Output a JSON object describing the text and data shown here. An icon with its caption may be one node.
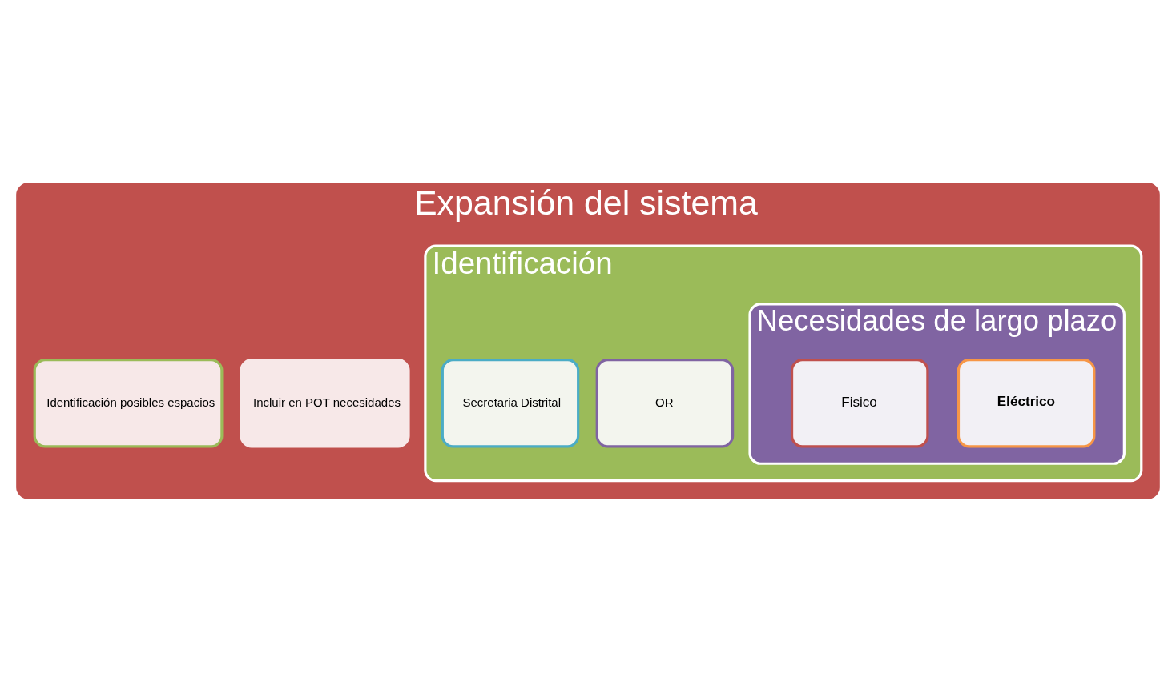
{
  "diagram": {
    "nodes": [
      {
        "text": [
          "Expansión del sistema"
        ]
      },
      {
        "text": [
          "Incluir en POT necesidades"
        ],
        "in": 0
      },
      {
        "text": [
          "Identificación posibles espacios"
        ],
        "in": 0
      },
      {
        "text": [
          "Identificación"
        ],
        "in": 0
      },
      {
        "text": [
          "OR"
        ],
        "in": 3
      },
      {
        "text": [
          "Secretaria Distrital"
        ],
        "in": 3
      },
      {
        "text": [
          "Necesidades de largo plazo"
        ],
        "in": 3
      },
      {
        "text": [
          "Eléctrico"
        ],
        "in": 6
      },
      {
        "text": [
          "Fisico"
        ],
        "in": 6
      }
    ]
  }
}
